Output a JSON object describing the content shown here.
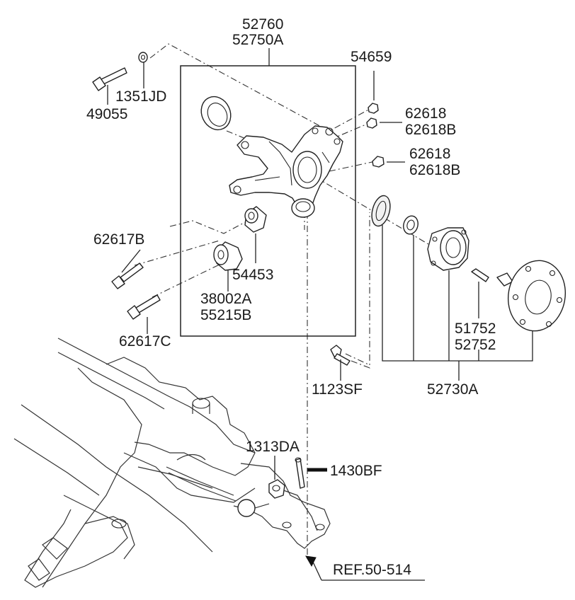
{
  "labels": {
    "knuckle_a": "52760",
    "knuckle_b": "52750A",
    "nut_54659": "54659",
    "washer_1351jd": "1351JD",
    "bolt_49055": "49055",
    "nut_62618_upper_a": "62618",
    "nut_62618_upper_b": "62618B",
    "nut_62618_lower_a": "62618",
    "nut_62618_lower_b": "62618B",
    "bolt_62617b": "62617B",
    "bushing_54453": "54453",
    "bushing_38002a": "38002A",
    "bushing_55215b": "55215B",
    "bolt_62617c": "62617C",
    "hub_bolt_a": "51752",
    "hub_bolt_b": "52752",
    "bolt_1123sf": "1123SF",
    "hub_assy": "52730A",
    "nut_1313da": "1313DA",
    "pin_1430bf": "1430BF",
    "reference": "REF.50-514"
  }
}
